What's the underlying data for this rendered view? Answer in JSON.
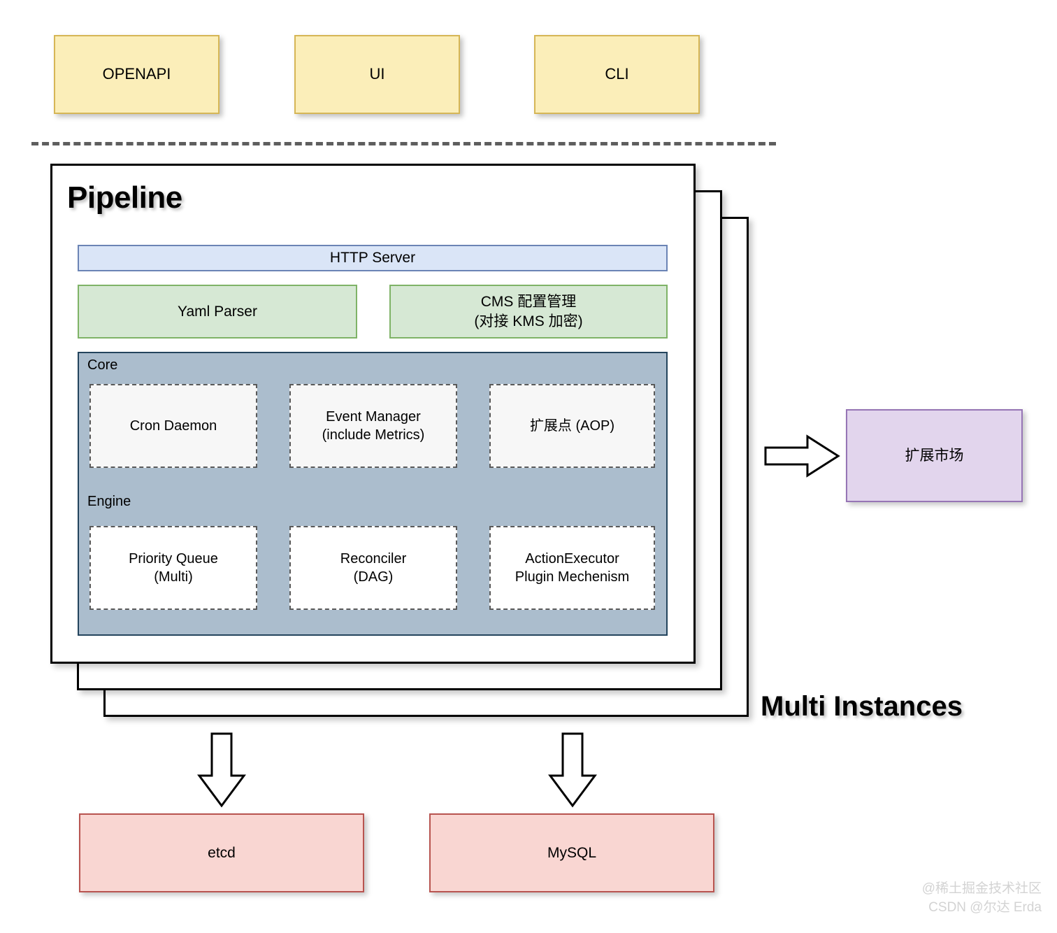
{
  "diagram": {
    "title": "Pipeline",
    "multi_instances_label": "Multi Instances"
  },
  "clients": [
    {
      "label": "OPENAPI"
    },
    {
      "label": "UI"
    },
    {
      "label": "CLI"
    }
  ],
  "pipeline": {
    "http_server": "HTTP Server",
    "yaml_parser": "Yaml Parser",
    "cms": {
      "line1": "CMS 配置管理",
      "line2": "(对接 KMS 加密)"
    },
    "core": {
      "label": "Core",
      "items": [
        {
          "line1": "Cron Daemon",
          "line2": ""
        },
        {
          "line1": "Event Manager",
          "line2": "(include Metrics)"
        },
        {
          "line1": "扩展点 (AOP)",
          "line2": ""
        }
      ]
    },
    "engine": {
      "label": "Engine",
      "items": [
        {
          "line1": "Priority Queue",
          "line2": "(Multi)"
        },
        {
          "line1": "Reconciler",
          "line2": "(DAG)"
        },
        {
          "line1": "ActionExecutor",
          "line2": "Plugin Mechenism"
        }
      ]
    }
  },
  "market": {
    "label": "扩展市场"
  },
  "storage": [
    {
      "label": "etcd"
    },
    {
      "label": "MySQL"
    }
  ],
  "watermark": {
    "line1": "@稀土掘金技术社区",
    "line2": "CSDN @尔达 Erda"
  },
  "colors": {
    "client_fill": "#fbeeb9",
    "client_border": "#d6b656",
    "http_fill": "#dae5f7",
    "http_border": "#6b84b5",
    "green_fill": "#d6e8d4",
    "green_border": "#7fb367",
    "core_fill": "#abbdcd",
    "core_border": "#23445d",
    "market_fill": "#e2d5ed",
    "market_border": "#9675b5",
    "storage_fill": "#f9d6d2",
    "storage_border": "#b85450",
    "panel_border": "#000000",
    "divider": "#5e5e5e",
    "watermark": "#d3d3d3"
  }
}
